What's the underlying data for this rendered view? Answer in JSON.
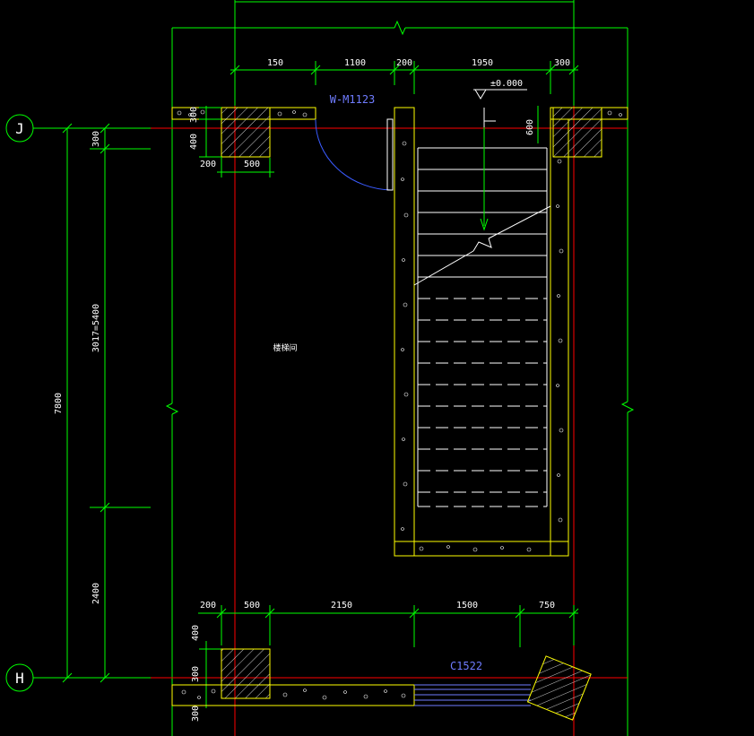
{
  "colors": {
    "background": "#000000",
    "dimension_line": "#00ff00",
    "axis_line": "#ff0000",
    "wall_outline": "#ffff00",
    "door_tag": "#6f7cff",
    "door_swing": "#3a5bff",
    "stair_line": "#ffffff",
    "text": "#ffffff"
  },
  "axes": {
    "J": {
      "label": "J"
    },
    "H": {
      "label": "H"
    }
  },
  "top_dims": {
    "d1": "150",
    "d2": "1100",
    "d3": "200",
    "d4": "1950",
    "d5": "300"
  },
  "top_left_dims": {
    "v1": "300",
    "v2": "400",
    "h1": "200",
    "h2": "500"
  },
  "right_top_dim": {
    "v1": "600"
  },
  "left_dims": {
    "total": "7800",
    "upper": "3017=5400",
    "lower": "2400",
    "small_top": "300"
  },
  "bottom_dims": {
    "d1": "200",
    "d2": "500",
    "d3": "2150",
    "d4": "1500",
    "d5": "750"
  },
  "bottom_left_dims": {
    "v1": "400",
    "v2": "300",
    "v3": "300"
  },
  "tags": {
    "door": "W-M1123",
    "window": "C1522",
    "level": "±0.000"
  },
  "room": {
    "label": "楼梯间"
  }
}
